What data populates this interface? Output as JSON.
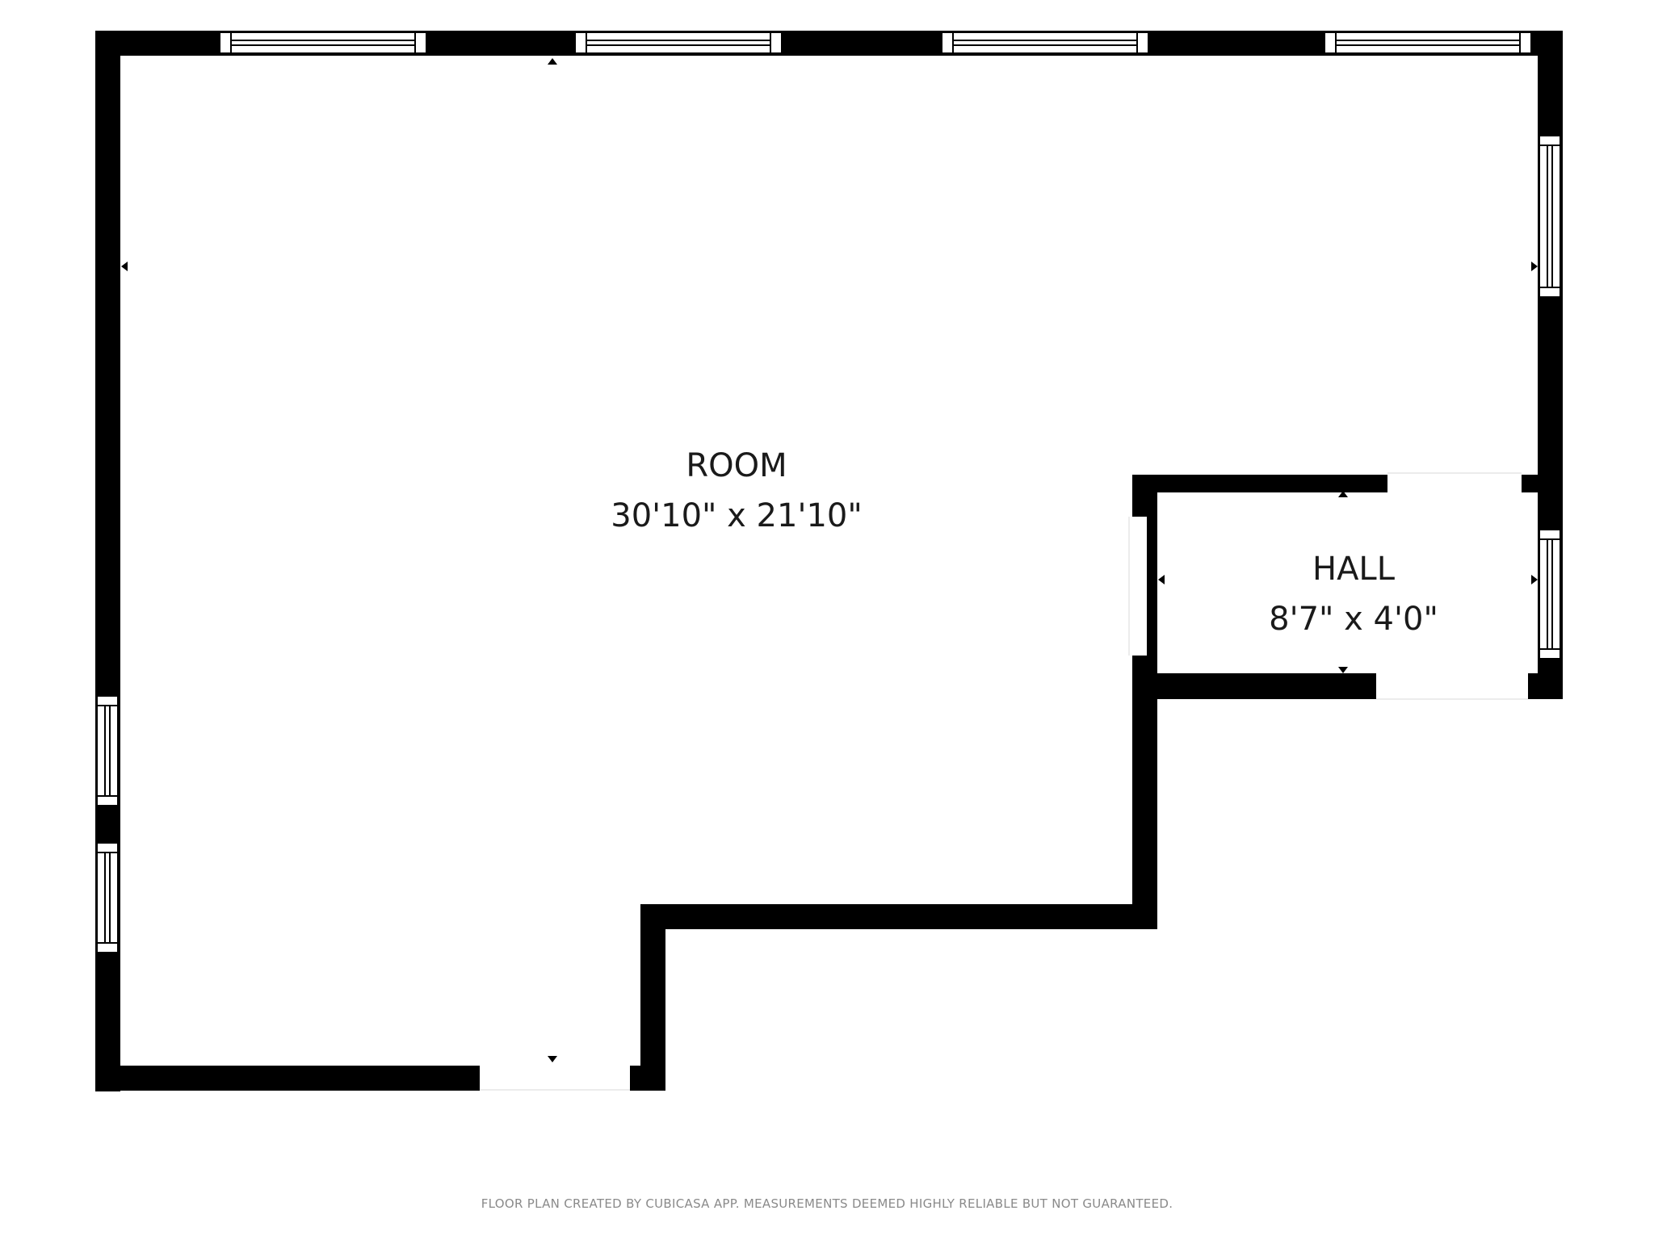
{
  "rooms": [
    {
      "name": "ROOM",
      "dimensions": "30'10\" x 21'10\""
    },
    {
      "name": "HALL",
      "dimensions": "8'7\" x 4'0\""
    }
  ],
  "footer": "FLOOR PLAN CREATED BY CUBICASA APP. MEASUREMENTS DEEMED HIGHLY RELIABLE BUT NOT GUARANTEED.",
  "colors": {
    "wall": "#000000",
    "background": "#ffffff",
    "text": "#1a1a1a",
    "footer_text": "#8a8a8a"
  }
}
